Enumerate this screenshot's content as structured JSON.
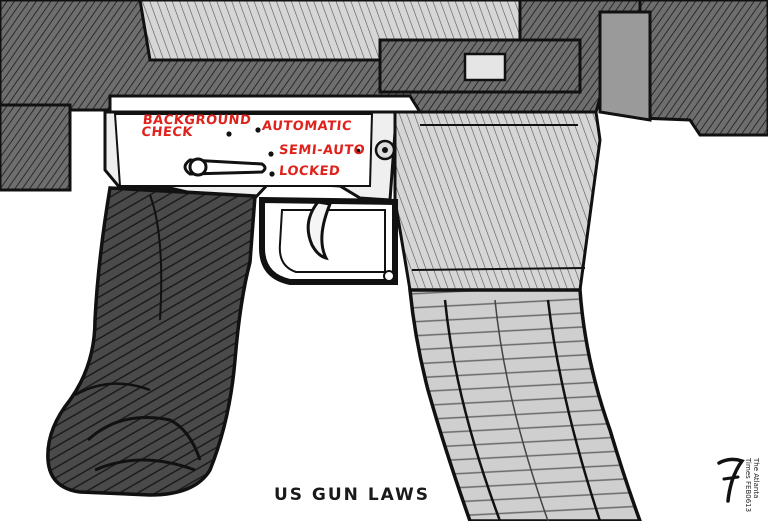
{
  "cartoon": {
    "selector_labels": {
      "background_check": "BACKGROUND CHECK",
      "automatic": "AUTOMATIC",
      "semi_auto": "SEMI-AUTO",
      "locked": "LOCKED"
    },
    "caption": "US GUN LAWS",
    "credit": "The Atlanta Times FEB0613"
  },
  "colors": {
    "ink": "#1a1a1a",
    "label_red": "#e0221c",
    "paper": "#ffffff",
    "metal_light": "#f3f3f3",
    "metal_mid": "#8a8a8a",
    "metal_dark": "#3a3a3a"
  },
  "icons": [
    "rifle-illustration",
    "signature-mark"
  ]
}
